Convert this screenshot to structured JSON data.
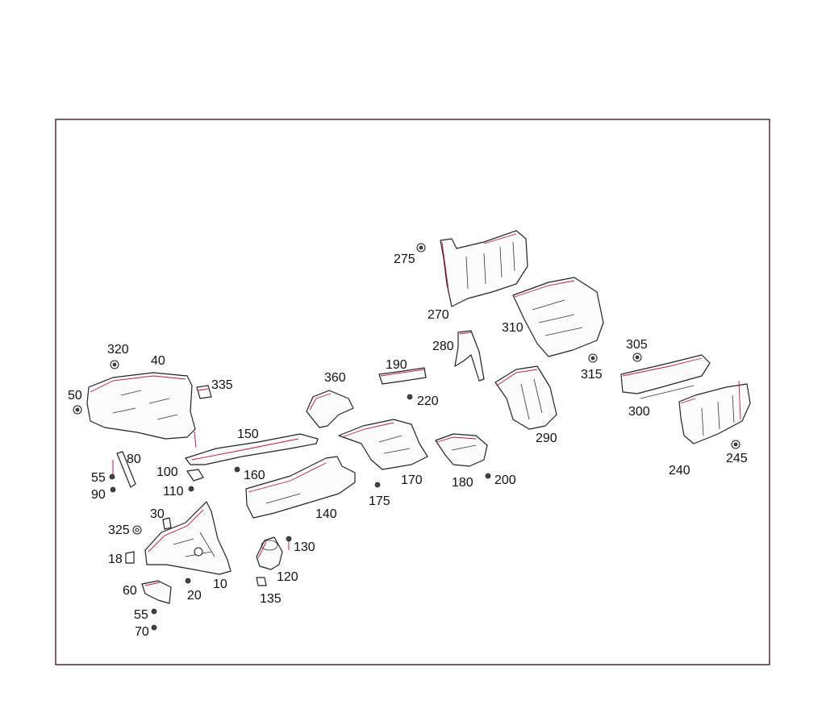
{
  "labels": {
    "p10": "10",
    "p18": "18",
    "p20": "20",
    "p30": "30",
    "p40": "40",
    "p50": "50",
    "p55a": "55",
    "p55b": "55",
    "p60": "60",
    "p70": "70",
    "p80": "80",
    "p90": "90",
    "p100": "100",
    "p110": "110",
    "p120": "120",
    "p130": "130",
    "p135": "135",
    "p140": "140",
    "p150": "150",
    "p160": "160",
    "p170": "170",
    "p175": "175",
    "p180": "180",
    "p190": "190",
    "p200": "200",
    "p220": "220",
    "p240": "240",
    "p245": "245",
    "p270": "270",
    "p275": "275",
    "p280": "280",
    "p290": "290",
    "p300": "300",
    "p305": "305",
    "p310": "310",
    "p315": "315",
    "p320": "320",
    "p325": "325",
    "p335": "335",
    "p360": "360"
  },
  "colors": {
    "outline": "#222222",
    "highlight": "#c0144a",
    "frame": "#3a0a1a"
  }
}
